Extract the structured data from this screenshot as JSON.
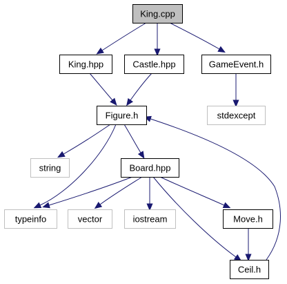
{
  "graph": {
    "colors": {
      "edge": "#191970",
      "node_border": "#000000",
      "external_border": "#bfbfbf",
      "root_fill": "#bfbfbf",
      "node_fill": "#ffffff",
      "text": "#000000"
    },
    "nodes": [
      {
        "id": "king_cpp",
        "label": "King.cpp",
        "kind": "root"
      },
      {
        "id": "king_hpp",
        "label": "King.hpp",
        "kind": "internal"
      },
      {
        "id": "castle_hpp",
        "label": "Castle.hpp",
        "kind": "internal"
      },
      {
        "id": "gameevent_h",
        "label": "GameEvent.h",
        "kind": "internal"
      },
      {
        "id": "figure_h",
        "label": "Figure.h",
        "kind": "internal"
      },
      {
        "id": "stdexcept",
        "label": "stdexcept",
        "kind": "external"
      },
      {
        "id": "string",
        "label": "string",
        "kind": "external"
      },
      {
        "id": "board_hpp",
        "label": "Board.hpp",
        "kind": "internal"
      },
      {
        "id": "typeinfo",
        "label": "typeinfo",
        "kind": "external"
      },
      {
        "id": "vector",
        "label": "vector",
        "kind": "external"
      },
      {
        "id": "iostream",
        "label": "iostream",
        "kind": "external"
      },
      {
        "id": "move_h",
        "label": "Move.h",
        "kind": "internal"
      },
      {
        "id": "ceil_h",
        "label": "Ceil.h",
        "kind": "internal"
      }
    ],
    "edges": [
      {
        "from": "king_cpp",
        "to": "king_hpp"
      },
      {
        "from": "king_cpp",
        "to": "castle_hpp"
      },
      {
        "from": "king_cpp",
        "to": "gameevent_h"
      },
      {
        "from": "king_hpp",
        "to": "figure_h"
      },
      {
        "from": "castle_hpp",
        "to": "figure_h"
      },
      {
        "from": "gameevent_h",
        "to": "stdexcept"
      },
      {
        "from": "figure_h",
        "to": "string"
      },
      {
        "from": "figure_h",
        "to": "board_hpp"
      },
      {
        "from": "figure_h",
        "to": "typeinfo"
      },
      {
        "from": "board_hpp",
        "to": "typeinfo"
      },
      {
        "from": "board_hpp",
        "to": "vector"
      },
      {
        "from": "board_hpp",
        "to": "iostream"
      },
      {
        "from": "board_hpp",
        "to": "move_h"
      },
      {
        "from": "board_hpp",
        "to": "ceil_h"
      },
      {
        "from": "move_h",
        "to": "ceil_h"
      },
      {
        "from": "ceil_h",
        "to": "figure_h"
      }
    ]
  }
}
